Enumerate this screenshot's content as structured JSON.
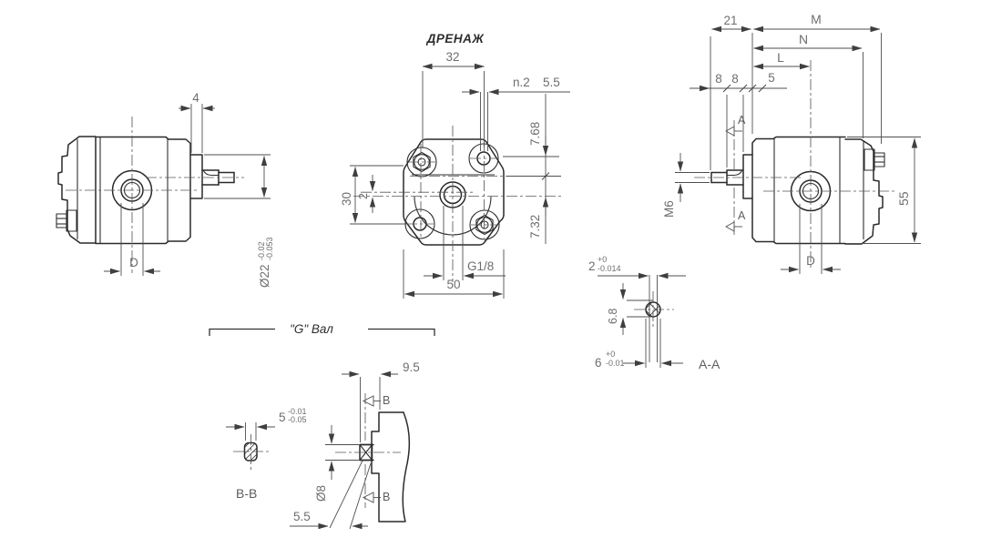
{
  "drawing": {
    "type": "technical-drawing-gear-pump",
    "colors": {
      "line": "#2a2a2a",
      "dimension_line": "#4f4f4f",
      "dimension_text": "#6e6e6e",
      "title_text": "#2e2e2e",
      "background": "#ffffff"
    },
    "labels": {
      "drain_title": "ДРЕНАЖ",
      "shaft_title": "\"G\" Вал",
      "section_aa": "A-A",
      "section_bb": "B-B",
      "cut_a": "A",
      "cut_b": "B",
      "v1": {
        "dim_width": "4",
        "dia": "Ø22",
        "dia_tol_hi": "-0.02",
        "dia_tol_lo": "-0.053",
        "dim_d": "D"
      },
      "front": {
        "dim32": "32",
        "n_holes": "n.2",
        "hole_d": "5.5",
        "dim768": "7.68",
        "dim732": "7.32",
        "dim30": "30",
        "dim2": "2",
        "thread": "G1/8",
        "dim50": "50"
      },
      "v3": {
        "dim21": "21",
        "m": "M",
        "n": "N",
        "l": "L",
        "dim8a": "8",
        "dim8b": "8",
        "dim5": "5",
        "thread": "M6",
        "dim55": "55",
        "dim_d": "D"
      },
      "aa": {
        "dim2": "2",
        "tol2_hi": "+0",
        "tol2_lo": "-0.014",
        "dim68": "6.8",
        "dim6": "6",
        "tol6_hi": "+0",
        "tol6_lo": "-0.01"
      },
      "gshaft": {
        "dim95": "9.5",
        "dim5": "5",
        "tol5_hi": "-0.01",
        "tol5_lo": "-0.05",
        "dia8": "Ø8",
        "dim55": "5.5"
      }
    }
  }
}
